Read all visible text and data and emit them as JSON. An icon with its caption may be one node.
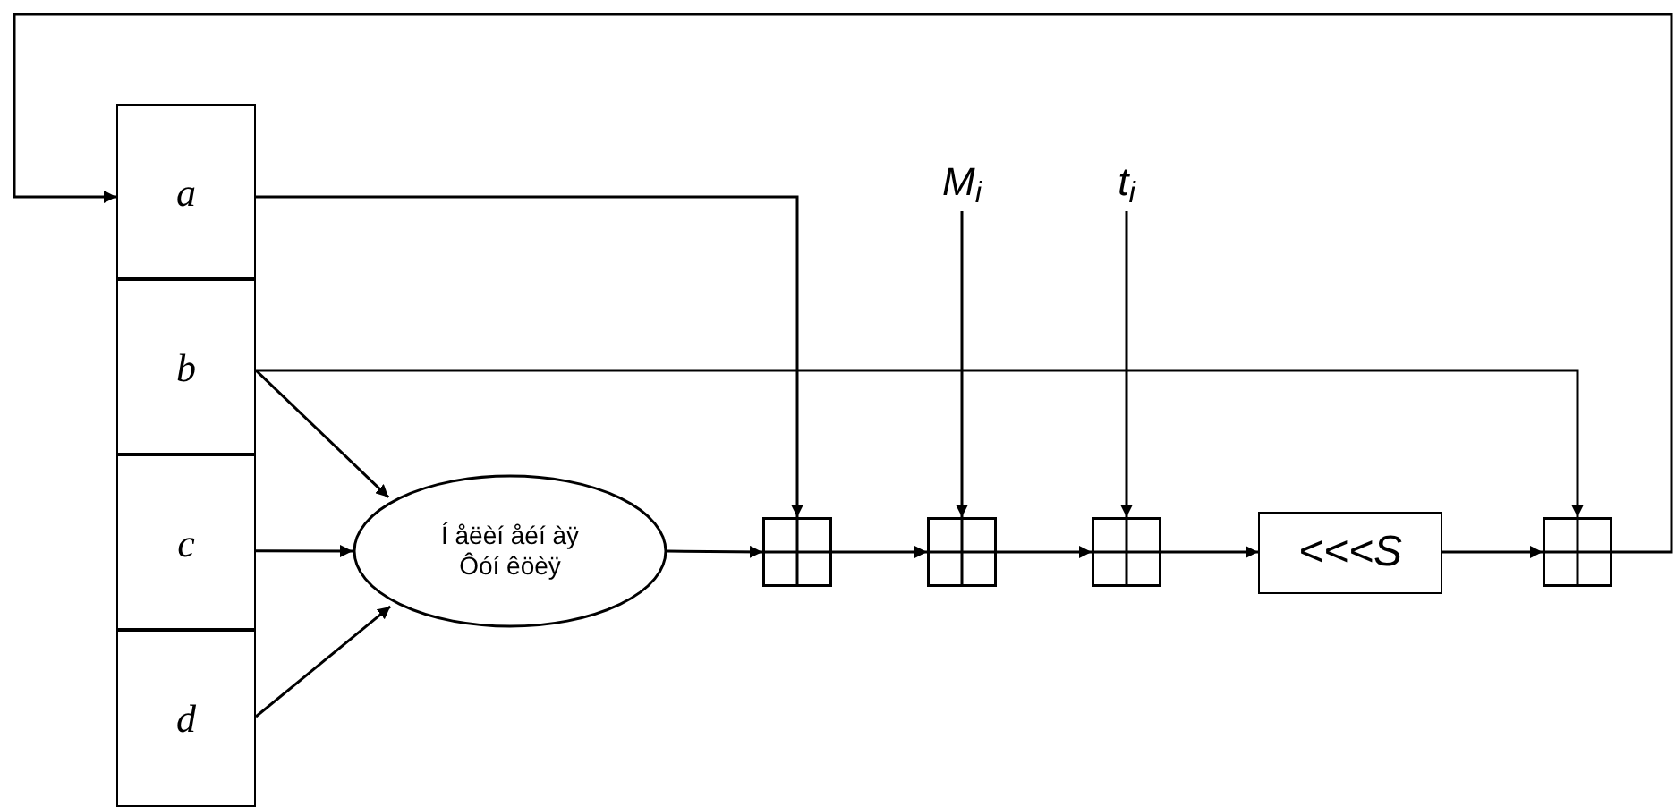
{
  "diagram": {
    "nodes": [
      {
        "text": [
          "a"
        ]
      },
      {
        "text": [
          "b"
        ]
      },
      {
        "text": [
          "c"
        ]
      },
      {
        "text": [
          "d"
        ]
      },
      {
        "text": [
          "Í åëèí åéí àÿ Ôóí êöèÿ"
        ]
      },
      {
        "text": [],
        "shape": "box"
      },
      {
        "text": [],
        "shape": "box"
      },
      {
        "text": [],
        "shape": "box"
      },
      {
        "text": [
          "<<<S"
        ]
      },
      {
        "text": [],
        "shape": "box"
      },
      {
        "text": [
          "M$_{i}$"
        ]
      },
      {
        "text": [
          "t$_{i}$"
        ]
      }
    ],
    "edges": [
      {
        "from": 0,
        "to": 5,
        "arrow": "to"
      },
      {
        "from": 1,
        "to": 9,
        "arrow": "to"
      },
      {
        "from": 1,
        "to": 4,
        "arrow": "to"
      },
      {
        "from": 2,
        "to": 4,
        "arrow": "to"
      },
      {
        "from": 3,
        "to": 4,
        "arrow": "to"
      },
      {
        "from": 4,
        "to": 5,
        "arrow": "to"
      },
      {
        "from": 10,
        "to": 6,
        "arrow": "to"
      },
      {
        "from": 11,
        "to": 7,
        "arrow": "to"
      },
      {
        "from": 5,
        "to": 6,
        "arrow": "to"
      },
      {
        "from": 6,
        "to": 7,
        "arrow": "to"
      },
      {
        "from": 7,
        "to": 8,
        "arrow": "to"
      },
      {
        "from": 8,
        "to": 9,
        "arrow": "to"
      },
      {
        "from": 9,
        "to": 0,
        "arrow": "to"
      }
    ]
  }
}
